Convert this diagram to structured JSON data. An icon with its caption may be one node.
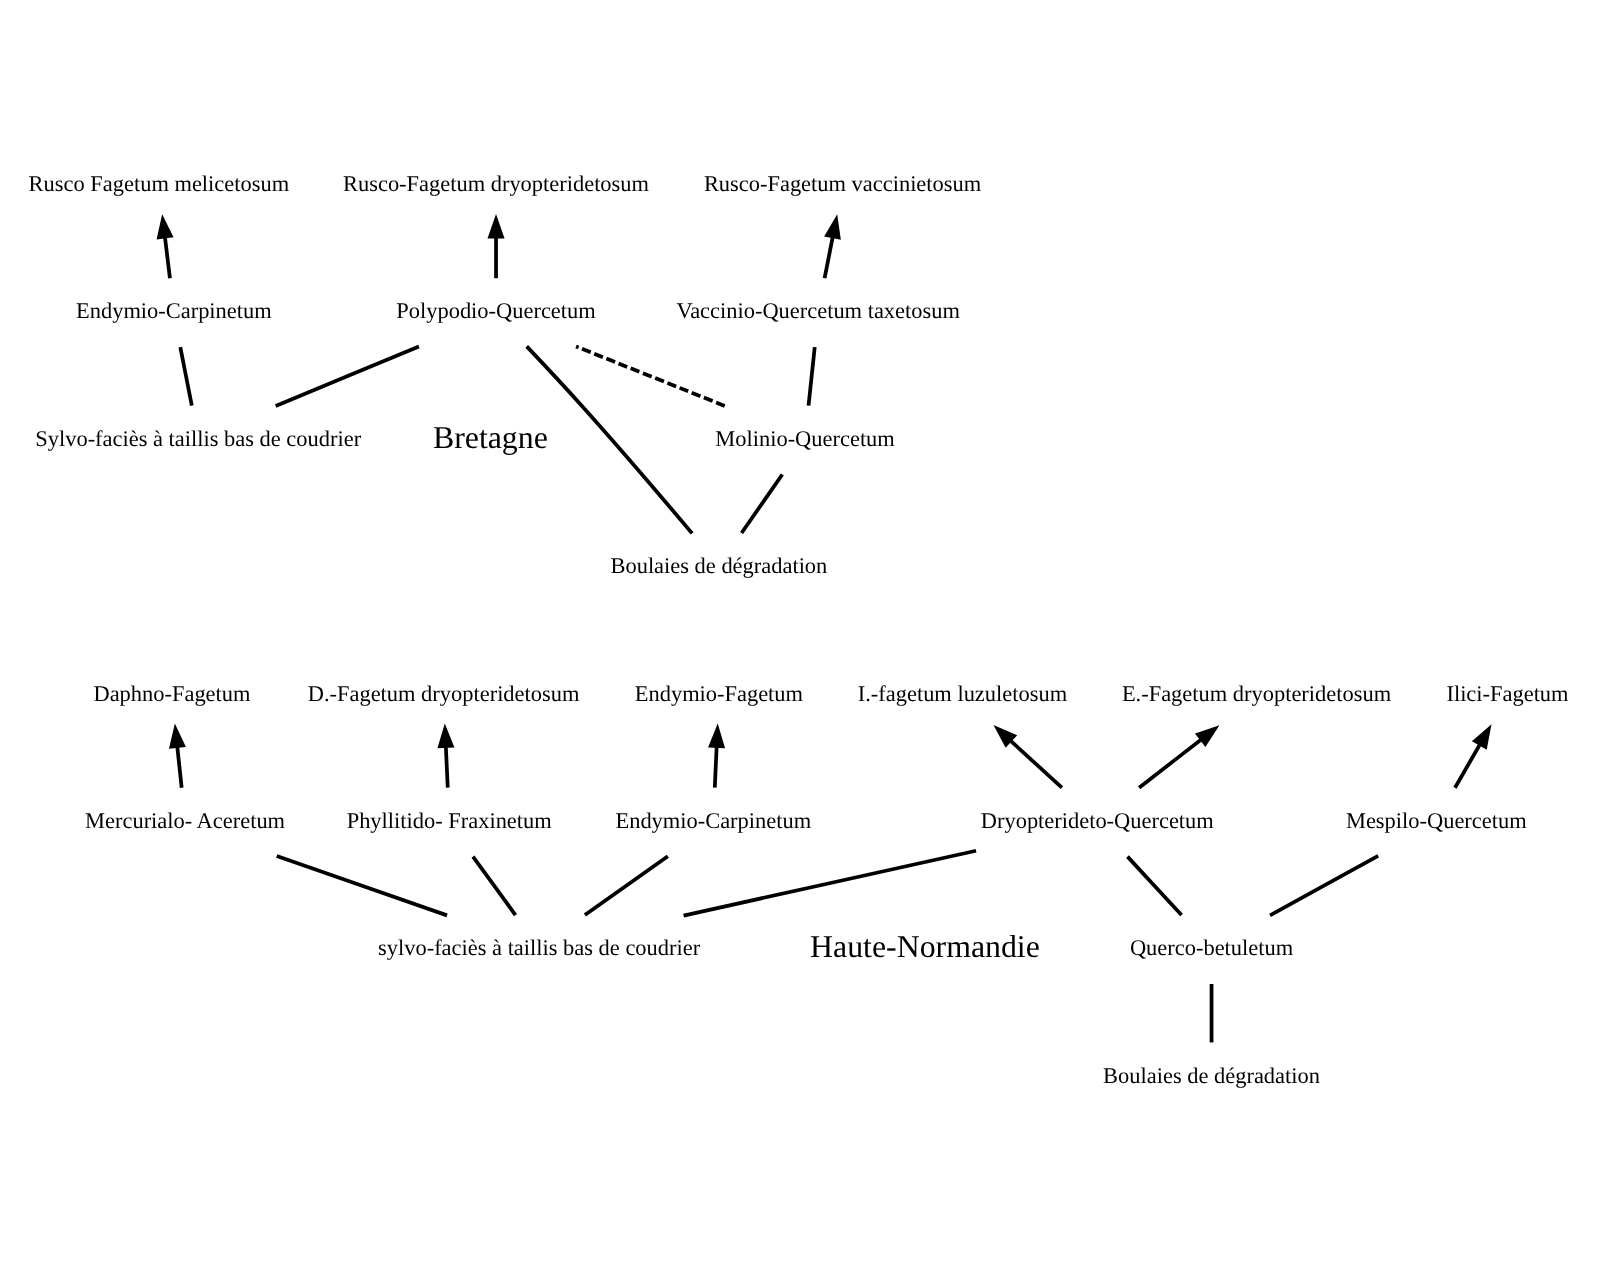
{
  "diagram": {
    "nodes": [
      {
        "text": [
          "Rusco-Fagetum vaccinietosum"
        ]
      },
      {
        "text": [
          "Rusco-Fagetum dryopteridetosum"
        ]
      },
      {
        "text": [
          "Rusco Fagetum melicetosum"
        ]
      },
      {
        "text": [
          "Vaccinio-Quercetum taxetosum"
        ]
      },
      {
        "text": [
          "Polypodio-Quercetum"
        ]
      },
      {
        "text": [
          "Endymio-Carpinetum"
        ]
      },
      {
        "text": [
          "Molinio-Quercetum"
        ]
      },
      {
        "text": [
          "Sylvo-faciès à taillis bas de coudrier"
        ]
      },
      {
        "text": [
          "Boulaies de dégradation"
        ]
      },
      {
        "text": [
          "Ilici-Fagetum"
        ]
      },
      {
        "text": [
          "I.-fagetum luzuletosum"
        ]
      },
      {
        "text": [
          "E.-Fagetum dryopteridetosum"
        ]
      },
      {
        "text": [
          "Endymio-Fagetum"
        ]
      },
      {
        "text": [
          "Daphno-Fagetum"
        ]
      },
      {
        "text": [
          "D.-Fagetum dryopteridetosum"
        ]
      },
      {
        "text": [
          "Mespilo-Quercetum"
        ]
      },
      {
        "text": [
          "Dryopterideto-Quercetum"
        ]
      },
      {
        "text": [
          "Endymio-Carpinetum"
        ]
      },
      {
        "text": [
          "Mercurialo- Aceretum"
        ]
      },
      {
        "text": [
          "Phyllitido- Fraxinetum"
        ]
      },
      {
        "text": [
          "Querco-betuletum"
        ]
      },
      {
        "text": [
          "sylvo-faciès à taillis bas de coudrier"
        ]
      },
      {
        "text": [
          "Boulaies de dégradation"
        ]
      }
    ],
    "edges": [
      {
        "from": 3,
        "to": 0,
        "arrow": "to"
      },
      {
        "from": 6,
        "to": 3,
        "arrow": "none"
      },
      {
        "from": 8,
        "to": 6,
        "arrow": "none"
      },
      {
        "from": 4,
        "to": 1,
        "arrow": "to"
      },
      {
        "from": 8,
        "to": 4,
        "arrow": "none"
      },
      {
        "from": 7,
        "to": 4,
        "arrow": "none"
      },
      {
        "from": 6,
        "to": 4,
        "arrow": "none",
        "style": "dashed"
      },
      {
        "from": 5,
        "to": 2,
        "arrow": "to"
      },
      {
        "from": 7,
        "to": 5,
        "arrow": "none"
      },
      {
        "from": 15,
        "to": 9,
        "arrow": "to"
      },
      {
        "from": 20,
        "to": 15,
        "arrow": "none"
      },
      {
        "from": 22,
        "to": 20,
        "arrow": "none"
      },
      {
        "from": 16,
        "to": 10,
        "arrow": "to"
      },
      {
        "from": 16,
        "to": 11,
        "arrow": "to"
      },
      {
        "from": 20,
        "to": 16,
        "arrow": "none"
      },
      {
        "from": 21,
        "to": 16,
        "arrow": "none"
      },
      {
        "from": 17,
        "to": 12,
        "arrow": "to"
      },
      {
        "from": 21,
        "to": 17,
        "arrow": "none"
      },
      {
        "from": 18,
        "to": 13,
        "arrow": "to"
      },
      {
        "from": 21,
        "to": 18,
        "arrow": "none"
      },
      {
        "from": 19,
        "to": 14,
        "arrow": "to"
      },
      {
        "from": 21,
        "to": 19,
        "arrow": "none"
      }
    ],
    "labels": [
      "Bretagne",
      "Haute-Normandie"
    ]
  }
}
